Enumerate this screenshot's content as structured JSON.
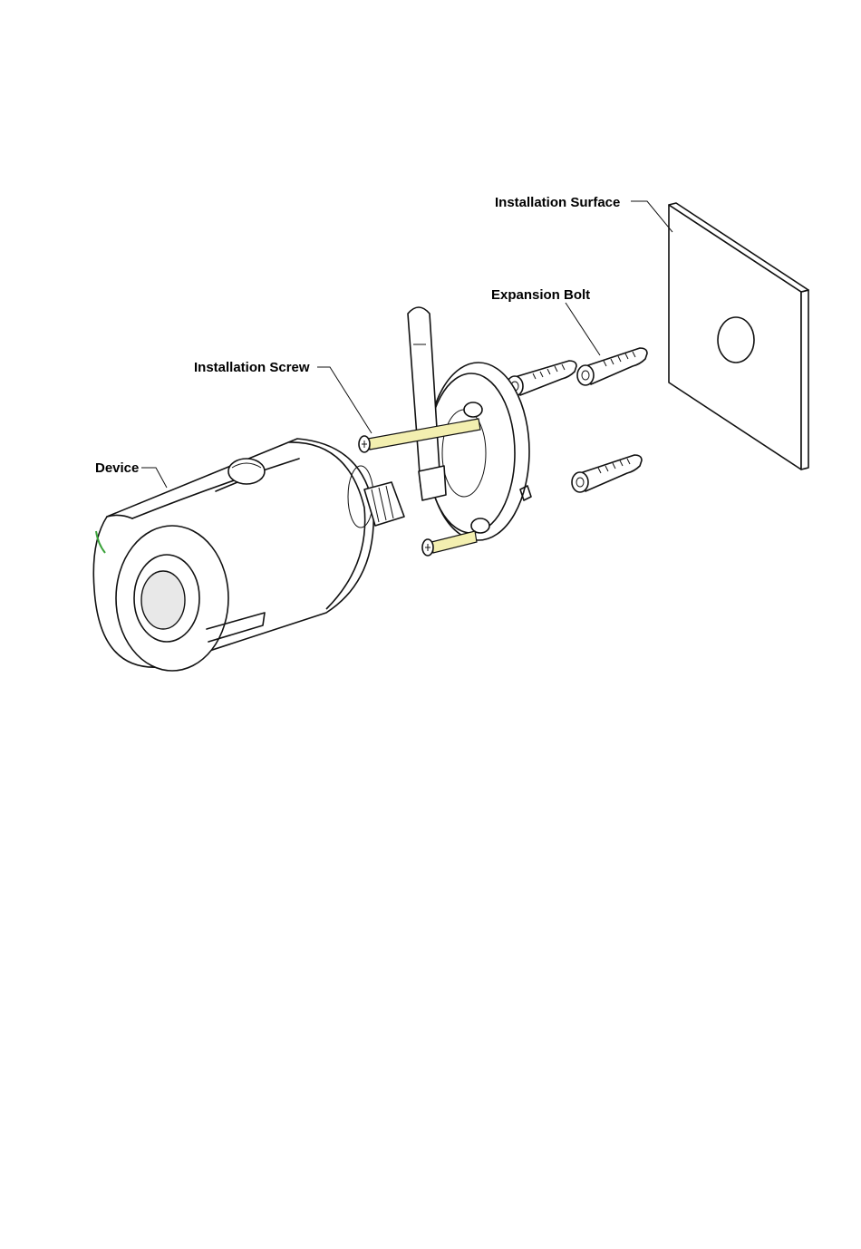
{
  "diagram": {
    "labels": {
      "installation_surface": "Installation Surface",
      "expansion_bolt": "Expansion Bolt",
      "installation_screw": "Installation Screw",
      "device": "Device"
    },
    "colors": {
      "line": "#111111",
      "screw_fill": "#f3efb0",
      "background": "#ffffff",
      "accent_green": "#3aa23a"
    }
  }
}
